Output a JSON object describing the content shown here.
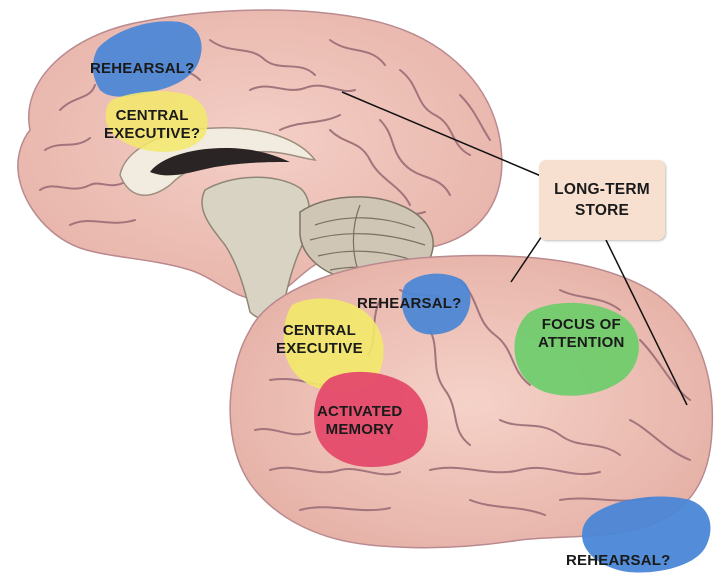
{
  "diagram": {
    "colors": {
      "brain": "#f0c2b7",
      "sulci": "#a2747c",
      "rehearsal": "#4a86d6",
      "central_executive": "#f3e96a",
      "activated_memory": "#e44a6a",
      "focus_of_attention": "#6ccd6a",
      "long_term_store_box": "#f8e0d0"
    },
    "labels": {
      "rehearsal_top": "REHEARSAL?",
      "central_executive_top": [
        "CENTRAL",
        "EXECUTIVE?"
      ],
      "long_term_store": [
        "LONG-TERM",
        "STORE"
      ],
      "rehearsal_mid": "REHEARSAL?",
      "central_executive_bottom": [
        "CENTRAL",
        "EXECUTIVE"
      ],
      "focus_of_attention": [
        "FOCUS OF",
        "ATTENTION"
      ],
      "activated_memory": [
        "ACTIVATED",
        "MEMORY"
      ],
      "rehearsal_bottom": "REHEARSAL?"
    }
  }
}
